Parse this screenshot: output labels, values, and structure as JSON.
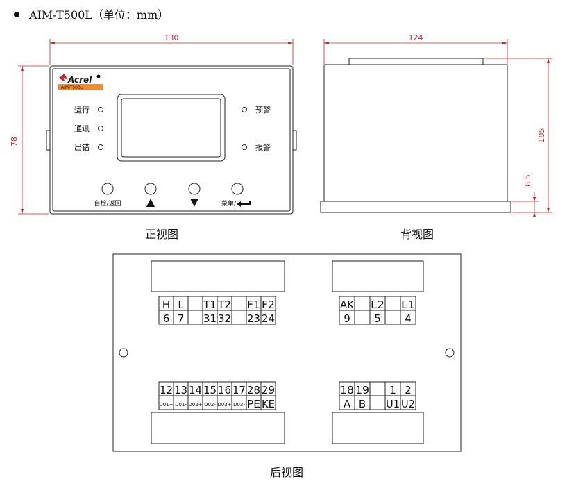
{
  "heading": "AIM-T500L（单位：mm）",
  "front": {
    "caption": "正视图",
    "width_label": "130",
    "height_label": "78",
    "logo": "Acrel",
    "model_badge": "AIM-T500L",
    "leds_left": [
      "运行",
      "通讯",
      "出错"
    ],
    "leds_right": [
      "预警",
      "报警"
    ],
    "buttons": [
      "自检/返回",
      "",
      "",
      "菜单/"
    ]
  },
  "back_side": {
    "caption": "背视图",
    "width_label": "124",
    "height_label": "105",
    "small_label": "8.5"
  },
  "rear": {
    "caption": "后视图",
    "top_left_terminals": {
      "names": [
        "H",
        "L",
        "",
        "T1",
        "T2",
        "",
        "F1",
        "F2"
      ],
      "numbers": [
        "6",
        "7",
        "",
        "31",
        "32",
        "",
        "23",
        "24"
      ]
    },
    "top_right_terminals": {
      "names": [
        "AK",
        "",
        "L2",
        "",
        "L1"
      ],
      "numbers": [
        "9",
        "",
        "5",
        "",
        "4"
      ]
    },
    "bottom_left_terminals": {
      "numbers": [
        "12",
        "13",
        "14",
        "15",
        "16",
        "17",
        "28",
        "29"
      ],
      "names": [
        "D01+",
        "D01-",
        "D02+",
        "D02-",
        "D03+",
        "D03-",
        "PE",
        "KE"
      ]
    },
    "bottom_right_terminals": {
      "numbers": [
        "18",
        "19",
        "",
        "1",
        "2"
      ],
      "names": [
        "A",
        "B",
        "",
        "U1",
        "U2"
      ]
    }
  },
  "colors": {
    "dimension": "#d0202a",
    "logo_red": "#d0202a",
    "badge": "#f08c2a"
  }
}
